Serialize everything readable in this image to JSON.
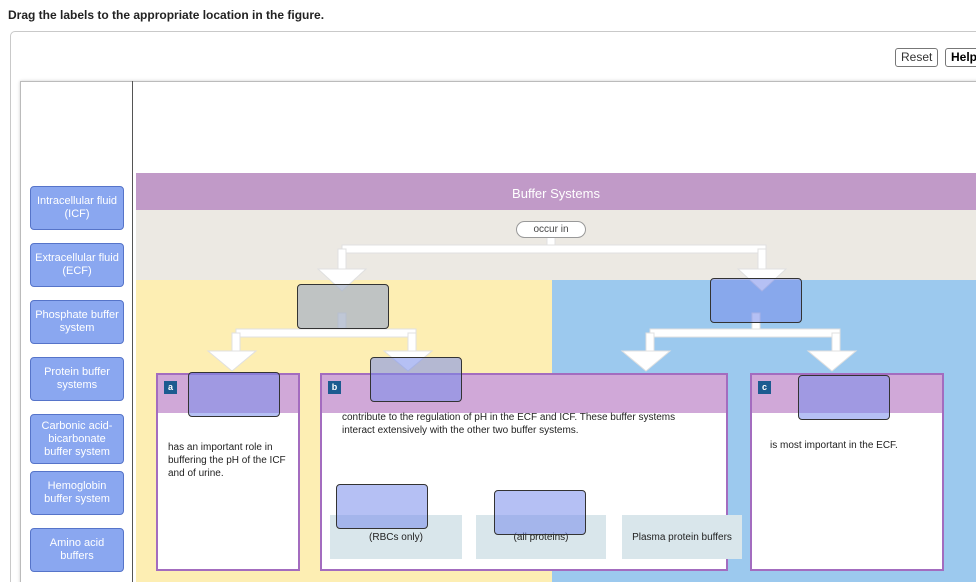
{
  "instruction": "Drag the labels to the appropriate location in the figure.",
  "buttons": {
    "reset": "Reset",
    "help": "Help"
  },
  "labels": [
    "Intracellular fluid (ICF)",
    "Extracellular fluid (ECF)",
    "Phosphate buffer system",
    "Protein buffer systems",
    "Carbonic acid-bicarbonate buffer system",
    "Hemoglobin buffer system",
    "Amino acid buffers"
  ],
  "figure": {
    "title": "Buffer Systems",
    "connector": "occur in",
    "box_a": {
      "tag": "a",
      "text": "has an important role in buffering the pH of the ICF and of urine."
    },
    "box_b": {
      "tag": "b",
      "text": "contribute to the regulation of pH in the ECF and ICF. These buffer systems interact extensively with the other two buffer systems."
    },
    "box_c": {
      "tag": "c",
      "text": "is most important in the ECF."
    },
    "sub_items": [
      "(RBCs only)",
      "(all proteins)",
      "Plasma protein buffers"
    ]
  },
  "colors": {
    "title_band": "#c19ac8",
    "grey_band": "#ece9e3",
    "yellow_column": "#fdeeb3",
    "blue_column": "#9cc9ee",
    "label_tile": "#8aa7f0",
    "box_border": "#a36cbf"
  }
}
